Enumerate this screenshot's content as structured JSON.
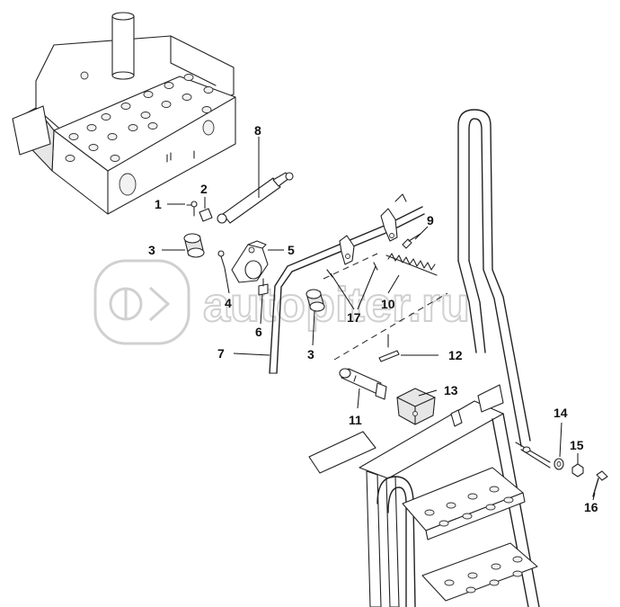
{
  "watermark": {
    "text": "autopiter.ru"
  },
  "callouts": {
    "c1": "1",
    "c2": "2",
    "c3a": "3",
    "c3b": "3",
    "c4": "4",
    "c5": "5",
    "c6": "6",
    "c7": "7",
    "c8": "8",
    "c9": "9",
    "c10": "10",
    "c11": "11",
    "c12": "12",
    "c13": "13",
    "c14": "14",
    "c15": "15",
    "c16": "16",
    "c17": "17"
  }
}
